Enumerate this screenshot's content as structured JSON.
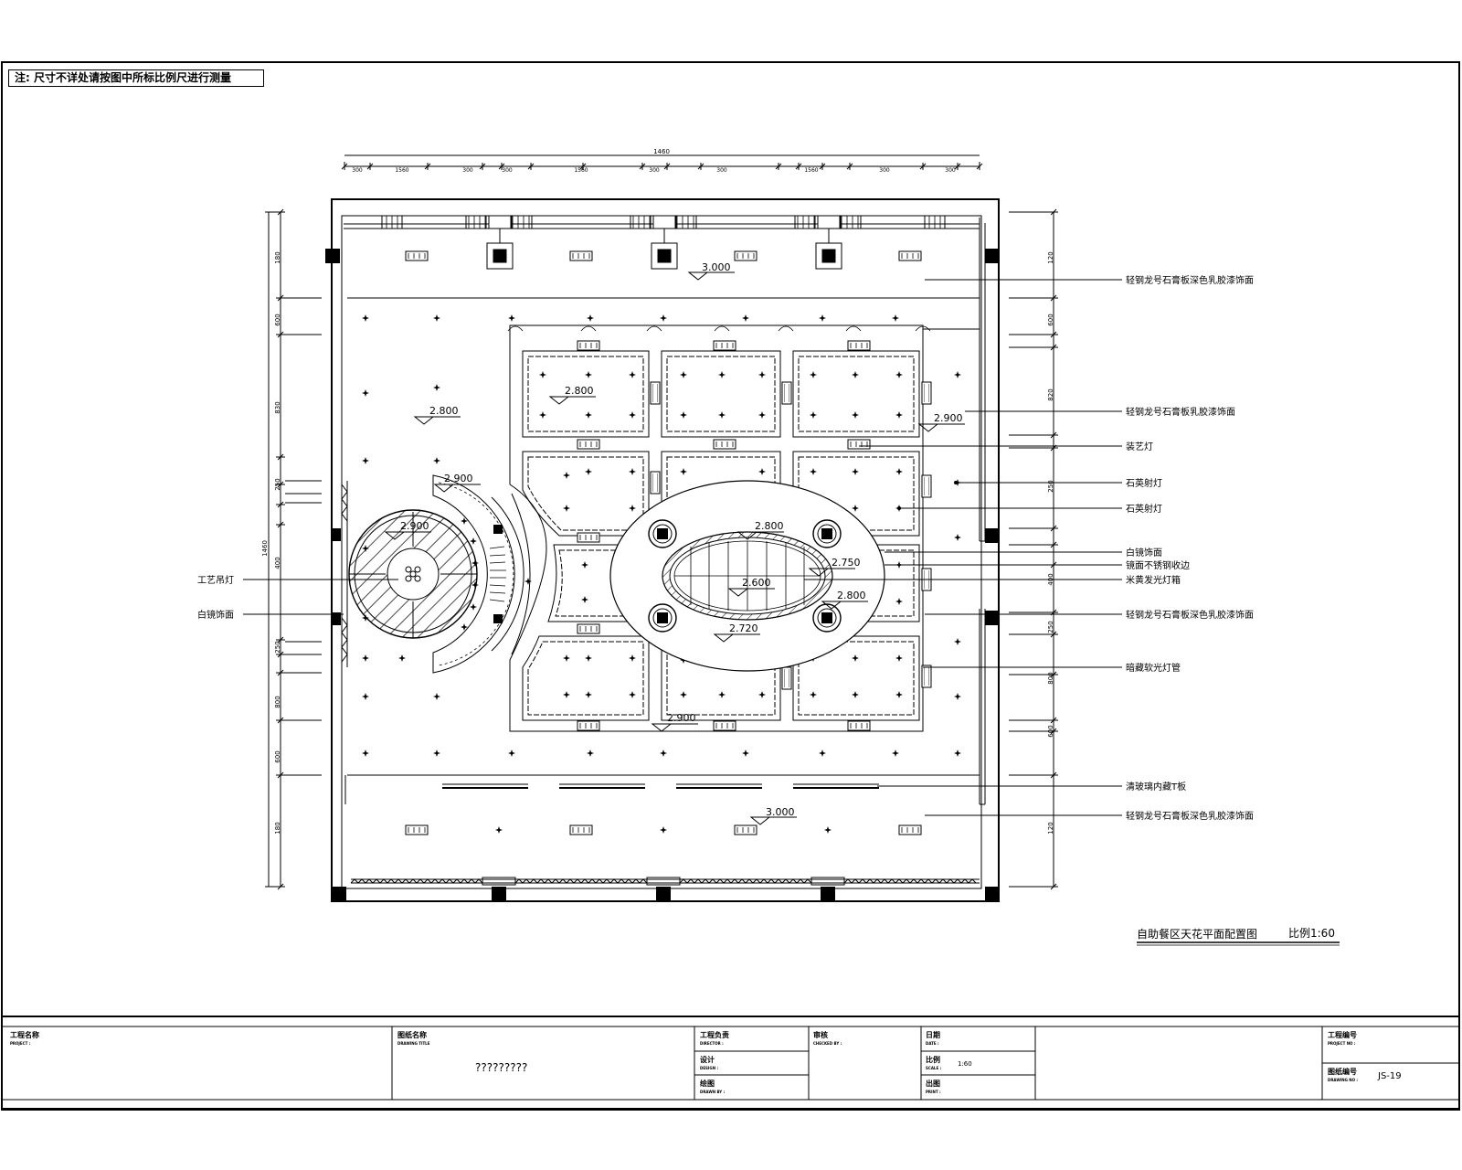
{
  "note": "注: 尺寸不详处请按图中所标比例尺进行测量",
  "drawing": {
    "title": "自助餐区天花平面配置图",
    "scale_label": "比例1:60"
  },
  "top_dimension": {
    "total": "1460",
    "segments": [
      "300",
      "1560",
      "300",
      "300",
      "1560",
      "300",
      "300",
      "1560",
      "300",
      "300"
    ]
  },
  "left_dimension": {
    "total": "1460",
    "segments": [
      "180",
      "600",
      "830",
      "250",
      "400",
      "250",
      "800",
      "600",
      "180"
    ]
  },
  "right_dimension": {
    "segments": [
      "120",
      "600",
      "820",
      "250",
      "400",
      "250",
      "800",
      "600",
      "120"
    ]
  },
  "elevations": {
    "top_band": "3.000",
    "left_area": "2.800",
    "panel_a": "2.800",
    "panel_right": "2.900",
    "arc_top": "2.900",
    "circle": "2.900",
    "oval_top": "2.800",
    "oval_right": "2.750",
    "oval_center": "2.600",
    "oval_lower_right": "2.800",
    "oval_bottom": "2.720",
    "bottom_panel": "2.900",
    "bottom_band": "3.000"
  },
  "callouts_right": [
    "轻钢龙号石膏板深色乳胶漆饰面",
    "轻钢龙号石膏板乳胶漆饰面",
    "装艺灯",
    "石英射灯",
    "石英射灯",
    "白镜饰面",
    "镜面不锈钢收边",
    "米黄发光灯箱",
    "轻钢龙号石膏板深色乳胶漆饰面",
    "暗藏软光灯管",
    "清玻璃内藏T板",
    "轻钢龙号石膏板深色乳胶漆饰面"
  ],
  "callouts_left": [
    "工艺吊灯",
    "白镜饰面"
  ],
  "title_block": {
    "project_name_label": "工程名称",
    "project_name_en": "PROJECT :",
    "drawing_name_label": "图纸名称",
    "drawing_name_en": "DRAWING TITLE",
    "drawing_name_value": "?????????",
    "director_label": "工程负责",
    "director_en": "DIRECTOR :",
    "design_label": "设计",
    "design_en": "DESIGN :",
    "drawn_label": "绘图",
    "drawn_en": "DRAWN BY :",
    "check_label": "审核",
    "check_en": "CHECKED BY :",
    "date_label": "日期",
    "date_en": "DATE :",
    "scale_label": "比例",
    "scale_en": "SCALE :",
    "scale_value": "1:60",
    "print_label": "出图",
    "print_en": "PRINT :",
    "project_no_label": "工程编号",
    "project_no_en": "PROJECT NO :",
    "drawing_no_label": "图纸编号",
    "drawing_no_en": "DRAWING NO :",
    "drawing_no_value": "JS-19"
  }
}
